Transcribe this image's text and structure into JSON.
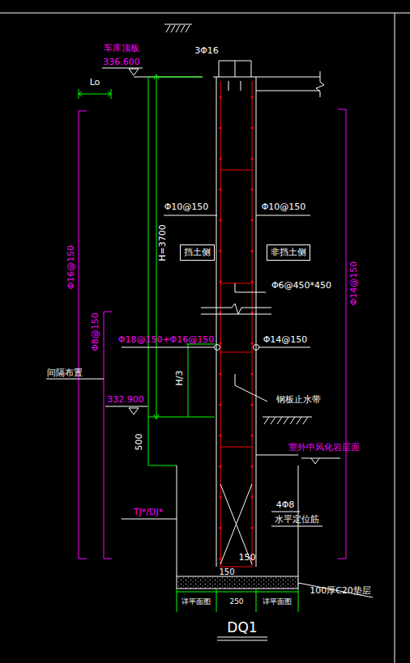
{
  "diagram": {
    "title": "DQ1",
    "nodes": [
      {
        "text": [
          "挡土侧"
        ]
      },
      {
        "text": [
          "非挡土侧"
        ]
      }
    ],
    "labels": [
      "车库顶板",
      "336.600",
      "Lo",
      "3Φ16",
      "Φ10@150",
      "Φ10@150",
      "H=3700",
      "Φ6@450*450",
      "Φ18@150+Φ16@150",
      "Φ14@150",
      "Φ16@150",
      "Φ8@150",
      "Φ14@150",
      "间隔布置",
      "H/3",
      "332.900",
      "钢板止水带",
      "500",
      "室外中风化岩层面",
      "TJ*/DJ*",
      "4Φ8",
      "水平定位筋",
      "150",
      "150",
      "100厚C20垫层",
      "详平面图",
      "250",
      "详平面图"
    ]
  }
}
